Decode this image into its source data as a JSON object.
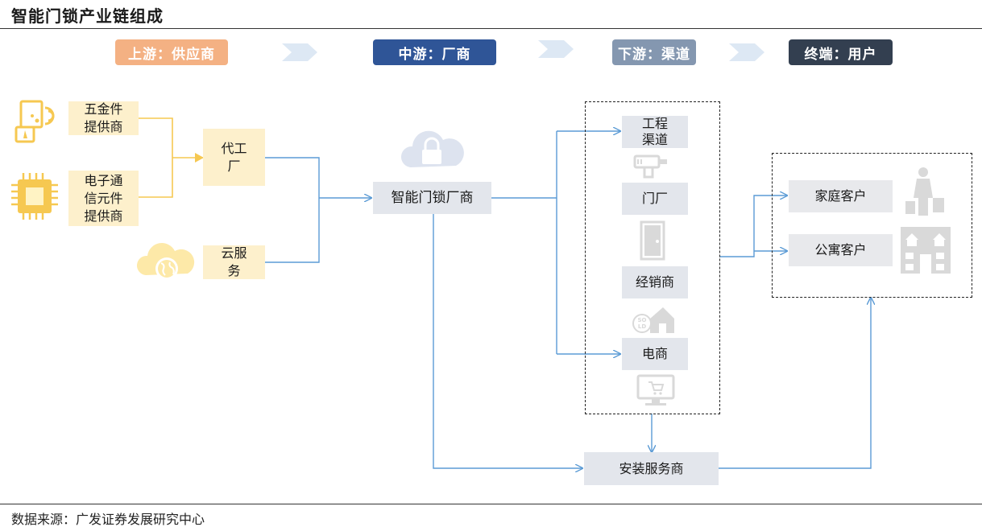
{
  "title": "智能门锁产业链组成",
  "stages": [
    {
      "label": "上游：供应商",
      "color": "#f4b183"
    },
    {
      "label": "中游：厂商",
      "color": "#2f5597"
    },
    {
      "label": "下游：渠道",
      "color": "#8497b0"
    },
    {
      "label": "终端：用户",
      "color": "#333f50"
    }
  ],
  "suppliers": {
    "hardware": "五金件\n提供商",
    "electronics": "电子通\n信元件\n提供商",
    "oem": "代工\n厂",
    "cloud": "云服\n务"
  },
  "manufacturer": "智能门锁厂商",
  "channels": {
    "engineering": "工程\n渠道",
    "door_factory": "门厂",
    "dealer": "经销商",
    "ecommerce": "电商"
  },
  "install": "安装服务商",
  "customers": {
    "home": "家庭客户",
    "apartment": "公寓客户"
  },
  "icons": {
    "hardware": "hardware-icon",
    "chip": "chip-icon",
    "cloud_globe": "cloud-globe-icon",
    "cloud_lock": "cloud-lock-icon",
    "drill": "drill-icon",
    "door": "door-icon",
    "sold_house": "sold-house-icon",
    "computer_cart": "computer-cart-icon",
    "shopper": "shopper-icon",
    "apartment": "apartment-building-icon"
  },
  "colors": {
    "line": "#5b9bd5",
    "supplier_line": "#f6c851",
    "supplier_icon": "#f6c851",
    "grey_icon": "#d9d9d9"
  },
  "footer": "数据来源：广发证券发展研究中心"
}
